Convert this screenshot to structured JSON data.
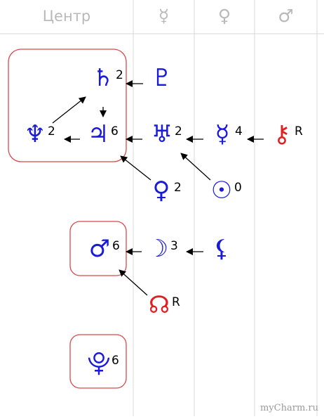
{
  "header": {
    "col_center": "Центр",
    "col_mercury": "☿",
    "col_venus": "♀",
    "col_mars": "♂"
  },
  "colors": {
    "planet": "#1a1adb",
    "retro": "#e02020",
    "frame": "#d84a4a",
    "grid": "#d9d9d9",
    "header_text": "#b9b9b9",
    "arrow": "#000000"
  },
  "nodes": {
    "saturn": {
      "glyph": "♄",
      "value": "2",
      "color": "planet"
    },
    "pluto_top": {
      "glyph": "♇",
      "value": "",
      "color": "planet"
    },
    "neptune": {
      "glyph": "♆",
      "value": "2",
      "color": "planet"
    },
    "jupiter": {
      "glyph": "♃",
      "value": "6",
      "color": "planet"
    },
    "uranus": {
      "glyph": "♅",
      "value": "2",
      "color": "planet"
    },
    "mercury": {
      "glyph": "☿",
      "value": "4",
      "color": "planet"
    },
    "chiron": {
      "glyph": "⚷",
      "value": "R",
      "color": "retro"
    },
    "venus": {
      "glyph": "♀",
      "value": "2",
      "color": "planet"
    },
    "sun": {
      "glyph": "☉",
      "value": "0",
      "color": "planet"
    },
    "mars": {
      "glyph": "♂",
      "value": "6",
      "color": "planet"
    },
    "moon": {
      "glyph": "☽",
      "value": "3",
      "color": "planet"
    },
    "lilith": {
      "glyph": "⚸",
      "value": "",
      "color": "planet"
    },
    "node": {
      "glyph": "☊",
      "value": "R",
      "color": "retro"
    },
    "pluto": {
      "glyph": "⯓",
      "value": "6",
      "color": "planet"
    }
  },
  "edges": [
    {
      "from": "pluto_top",
      "to": "saturn"
    },
    {
      "from": "neptune",
      "to": "saturn"
    },
    {
      "from": "saturn",
      "to": "jupiter"
    },
    {
      "from": "jupiter",
      "to": "neptune"
    },
    {
      "from": "uranus",
      "to": "jupiter"
    },
    {
      "from": "mercury",
      "to": "uranus"
    },
    {
      "from": "chiron",
      "to": "mercury"
    },
    {
      "from": "venus",
      "to": "jupiter"
    },
    {
      "from": "sun",
      "to": "uranus"
    },
    {
      "from": "moon",
      "to": "mars"
    },
    {
      "from": "lilith",
      "to": "moon"
    },
    {
      "from": "node",
      "to": "mars"
    }
  ],
  "watermark": "myCharm.ru"
}
